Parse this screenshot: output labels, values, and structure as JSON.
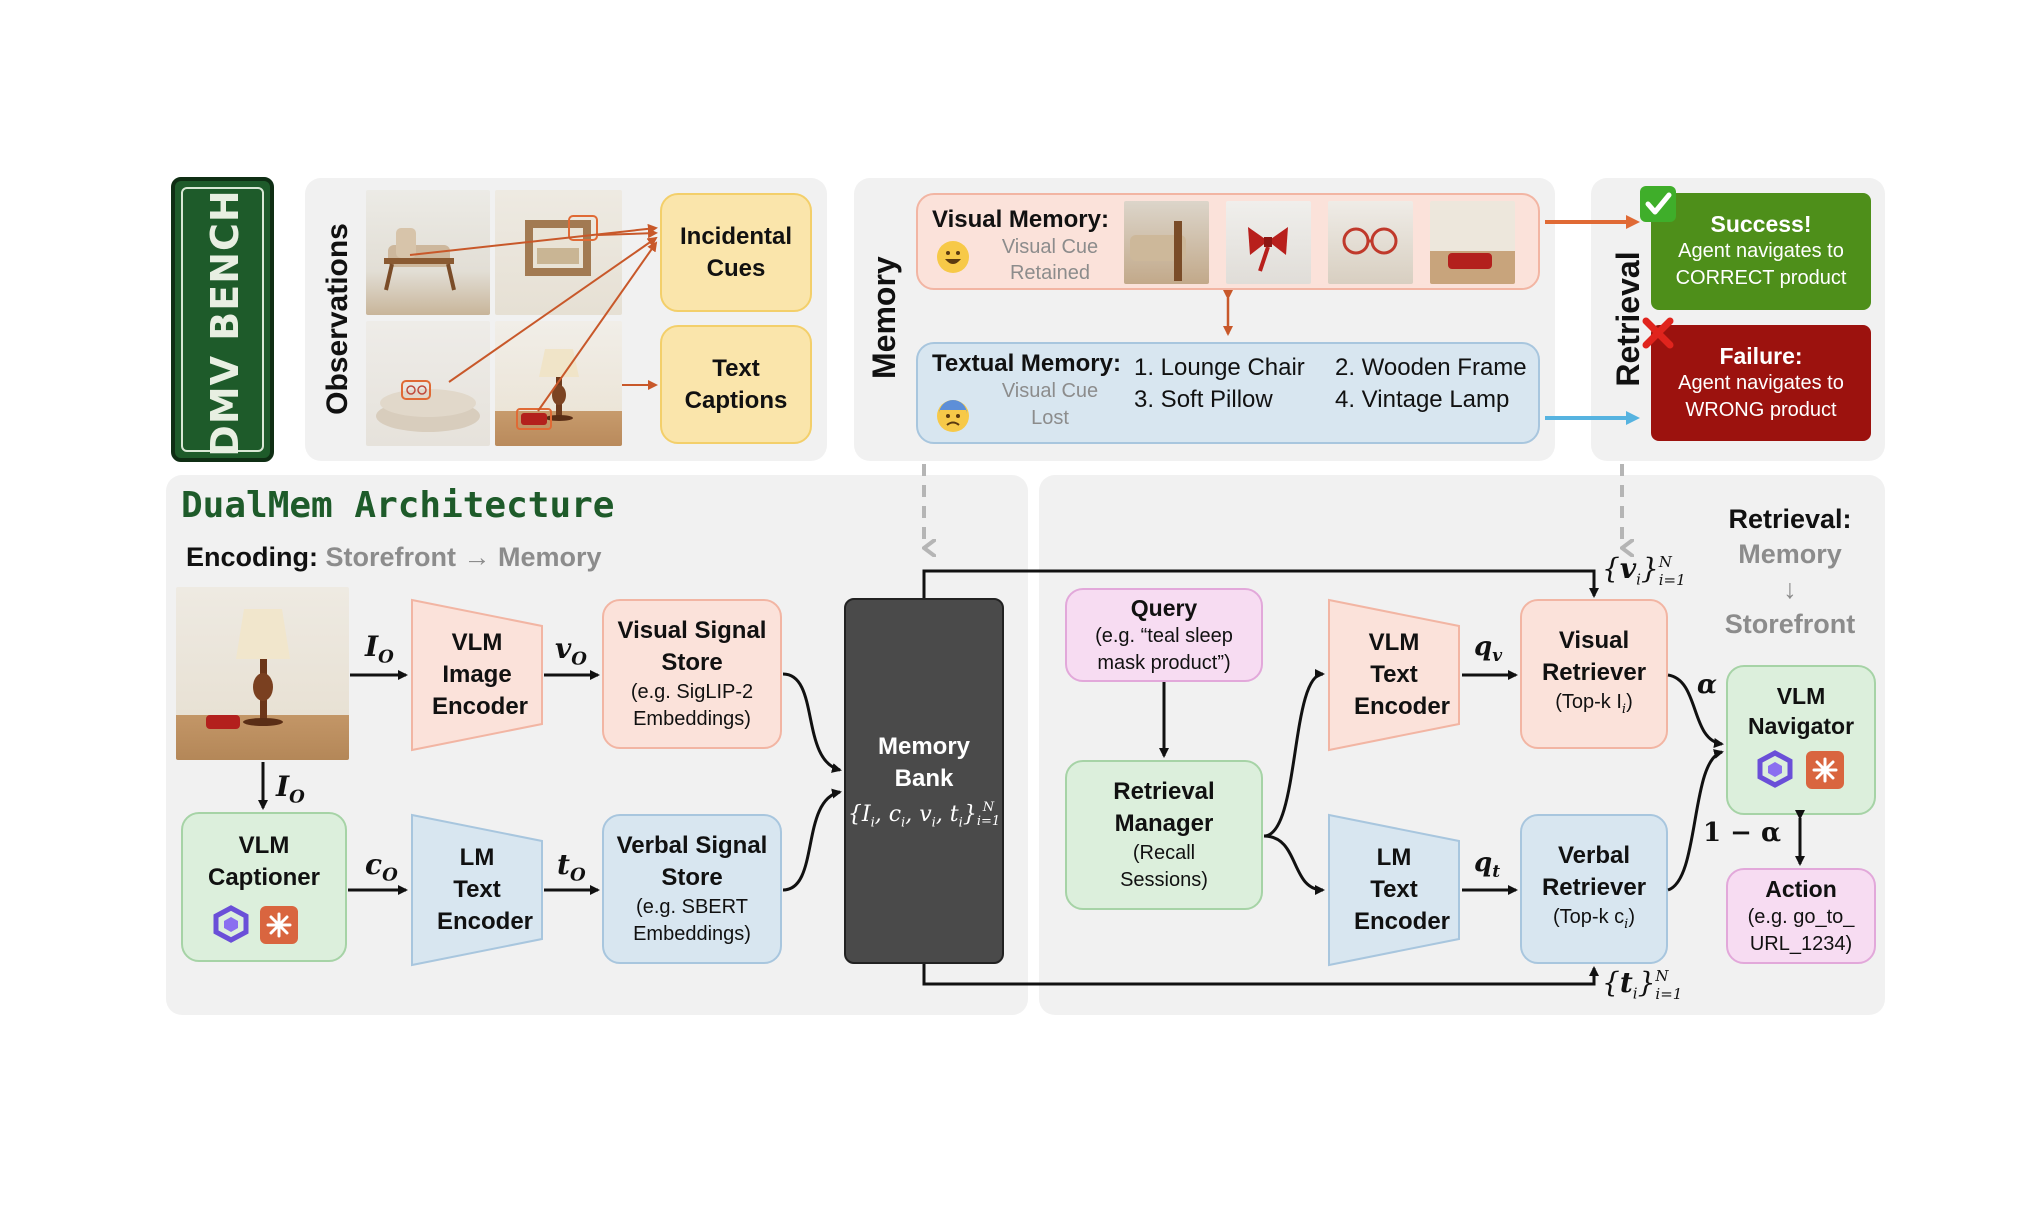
{
  "logo": {
    "text": "DMV BENCH"
  },
  "observations": {
    "title": "Observations",
    "incidental_cues": "Incidental Cues",
    "text_captions": "Text Captions"
  },
  "memory": {
    "title": "Memory",
    "visual_memory_label": "Visual Memory:",
    "visual_cue_retained": "Visual Cue Retained",
    "textual_memory_label": "Textual Memory:",
    "visual_cue_lost": "Visual Cue Lost",
    "text_items": [
      "1. Lounge Chair",
      "2. Wooden Frame",
      "3. Soft Pillow",
      "4. Vintage Lamp"
    ]
  },
  "retrieval_panel": {
    "title": "Retrieval",
    "success_title": "Success!",
    "success_text": "Agent navigates to CORRECT product",
    "failure_title": "Failure:",
    "failure_text": "Agent navigates to WRONG product"
  },
  "architecture": {
    "title": "DualMem Architecture",
    "encoding_label": "Encoding:",
    "encoding_flow": "Storefront → Memory",
    "retrieval_label": "Retrieval:",
    "retrieval_from": "Memory",
    "retrieval_arrow": "↓",
    "retrieval_to": "Storefront",
    "vlm_image_encoder": "VLM Image Encoder",
    "visual_store_title": "Visual Signal Store",
    "visual_store_sub": "(e.g. SigLIP-2 Embeddings)",
    "vlm_captioner": "VLM Captioner",
    "lm_text_encoder": "LM Text Encoder",
    "verbal_store_title": "Verbal Signal Store",
    "verbal_store_sub": "(e.g. SBERT Embeddings)",
    "memory_bank": "Memory Bank",
    "query_title": "Query",
    "query_sub": "(e.g. “teal sleep mask product”)",
    "retrieval_manager_title": "Retrieval Manager",
    "retrieval_manager_sub": "(Recall Sessions)",
    "vlm_text_encoder": "VLM Text Encoder",
    "lm_text_encoder_2": "LM Text Encoder",
    "visual_retriever_title": "Visual Retriever",
    "visual_retriever_sub": "(Top-k I",
    "verbal_retriever_title": "Verbal Retriever",
    "verbal_retriever_sub": "(Top-k c",
    "vlm_navigator": "VLM Navigator",
    "action_title": "Action",
    "action_sub": "(e.g. go_to_ URL_1234)"
  },
  "math": {
    "I_O": "I",
    "v_O": "v",
    "c_O": "c",
    "t_O": "t",
    "sub_O": "O",
    "q_v": "q",
    "q_t": "q",
    "sub_v": "v",
    "sub_t": "t",
    "alpha": "α",
    "one_minus_alpha": "1 − α",
    "bank_set": "{I",
    "N": "N",
    "i_eq_1": "i=1"
  },
  "colors": {
    "panel_bg": "#f1f1f1",
    "brand_green": "#1e5b2a",
    "success_green": "#4e8f1a",
    "failure_red": "#9c120e",
    "orange_arrow": "#e06a35",
    "blue_arrow": "#56b3e0",
    "memory_bank": "#4a4a4a"
  },
  "icons": [
    "smiling-face-icon",
    "anxious-face-icon",
    "check-mark-icon",
    "cross-mark-icon",
    "qwen-logo-icon",
    "claude-logo-icon"
  ]
}
